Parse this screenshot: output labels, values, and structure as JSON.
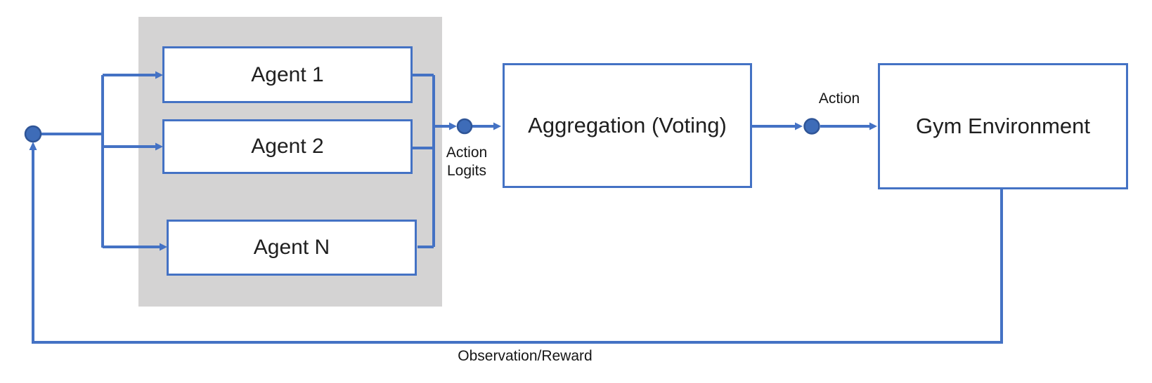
{
  "diagram": {
    "group": {
      "agents": [
        {
          "label": "Agent 1"
        },
        {
          "label": "Agent 2"
        },
        {
          "label": "Agent N"
        }
      ]
    },
    "nodes": {
      "aggregation": "Aggregation (Voting)",
      "environment": "Gym Environment"
    },
    "edge_labels": {
      "action_logits": "Action Logits",
      "action": "Action",
      "observation_reward": "Observation/Reward"
    },
    "colors": {
      "line": "#4472C4",
      "dot_fill": "#3E6CB8",
      "dot_border": "#2F5597",
      "group_bg": "#D4D3D3",
      "box_bg": "#FFFFFF",
      "text": "#1F1F1F"
    }
  }
}
